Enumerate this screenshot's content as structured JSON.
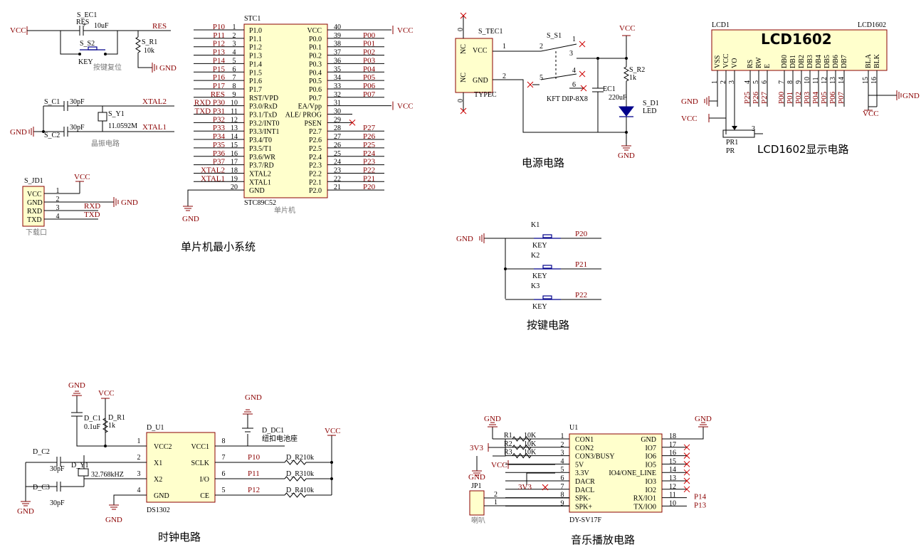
{
  "sections": {
    "mcu": "单片机最小系统",
    "power": "电源电路",
    "lcd": "LCD1602显示电路",
    "keys": "按键电路",
    "clock": "时钟电路",
    "music": "音乐播放电路"
  },
  "nets": {
    "vcc": "VCC",
    "gnd": "GND",
    "res": "RES",
    "xtal1": "XTAL1",
    "xtal2": "XTAL2",
    "rxd": "RXD",
    "txd": "TXD",
    "v33": "3V3"
  },
  "mcu": {
    "ref": "STC1",
    "part": "STC89C52",
    "caption": "单片机",
    "left_pins": [
      {
        "net": "P10",
        "num": "1",
        "name": "P1.0"
      },
      {
        "net": "P11",
        "num": "2",
        "name": "P1.1"
      },
      {
        "net": "P12",
        "num": "3",
        "name": "P1.2"
      },
      {
        "net": "P13",
        "num": "4",
        "name": "P1.3"
      },
      {
        "net": "P14",
        "num": "5",
        "name": "P1.4"
      },
      {
        "net": "P15",
        "num": "6",
        "name": "P1.5"
      },
      {
        "net": "P16",
        "num": "7",
        "name": "P1.6"
      },
      {
        "net": "P17",
        "num": "8",
        "name": "P1.7"
      },
      {
        "net": "RES",
        "num": "9",
        "name": "RST/VPD"
      },
      {
        "net": "RXD P30",
        "num": "10",
        "name": "P3.0/RxD"
      },
      {
        "net": "TXD P31",
        "num": "11",
        "name": "P3.1/TxD"
      },
      {
        "net": "P32",
        "num": "12",
        "name": "P3.2/INT0"
      },
      {
        "net": "P33",
        "num": "13",
        "name": "P3.3/INT1"
      },
      {
        "net": "P34",
        "num": "14",
        "name": "P3.4/T0"
      },
      {
        "net": "P35",
        "num": "15",
        "name": "P3.5/T1"
      },
      {
        "net": "P36",
        "num": "16",
        "name": "P3.6/WR"
      },
      {
        "net": "P37",
        "num": "17",
        "name": "P3.7/RD"
      },
      {
        "net": "XTAL2",
        "num": "18",
        "name": "XTAL2"
      },
      {
        "net": "XTAL1",
        "num": "19",
        "name": "XTAL1"
      },
      {
        "net": "",
        "num": "20",
        "name": "GND"
      }
    ],
    "right_pins": [
      {
        "net": "VCC",
        "num": "40",
        "name": "VCC"
      },
      {
        "net": "P00",
        "num": "39",
        "name": "P0.0"
      },
      {
        "net": "P01",
        "num": "38",
        "name": "P0.1"
      },
      {
        "net": "P02",
        "num": "37",
        "name": "P0.2"
      },
      {
        "net": "P03",
        "num": "36",
        "name": "P0.3"
      },
      {
        "net": "P04",
        "num": "35",
        "name": "P0.4"
      },
      {
        "net": "P05",
        "num": "34",
        "name": "P0.5"
      },
      {
        "net": "P06",
        "num": "33",
        "name": "P0.6"
      },
      {
        "net": "P07",
        "num": "32",
        "name": "P0.7"
      },
      {
        "net": "VCC",
        "num": "31",
        "name": "EA/Vpp"
      },
      {
        "net": "",
        "num": "30",
        "name": "ALE/ PROG"
      },
      {
        "net": "",
        "num": "29",
        "name": "PSEN"
      },
      {
        "net": "P27",
        "num": "28",
        "name": "P2.7"
      },
      {
        "net": "P26",
        "num": "27",
        "name": "P2.6"
      },
      {
        "net": "P25",
        "num": "26",
        "name": "P2.5"
      },
      {
        "net": "P24",
        "num": "25",
        "name": "P2.4"
      },
      {
        "net": "P23",
        "num": "24",
        "name": "P2.3"
      },
      {
        "net": "P22",
        "num": "23",
        "name": "P2.2"
      },
      {
        "net": "P21",
        "num": "22",
        "name": "P2.1"
      },
      {
        "net": "P20",
        "num": "21",
        "name": "P2.0"
      }
    ]
  },
  "reset": {
    "cap_ref": "S_EC1",
    "cap_val": "10uF",
    "sw_ref": "S_S2",
    "sw_val": "KEY",
    "res_ref": "S_R1",
    "res_val": "10k",
    "caption": "按键复位"
  },
  "osc": {
    "c1_ref": "S_C1",
    "c1_val": "30pF",
    "c2_ref": "S_C2",
    "c2_val": "30pF",
    "y_ref": "S_Y1",
    "y_val": "11.0592M",
    "caption": "晶振电路"
  },
  "prog": {
    "ref": "S_JD1",
    "caption": "下载口",
    "pins": [
      {
        "num": "1",
        "name": "VCC"
      },
      {
        "num": "2",
        "name": "GND"
      },
      {
        "num": "3",
        "name": "RXD"
      },
      {
        "num": "4",
        "name": "TXD"
      }
    ]
  },
  "power": {
    "usb_ref": "S_TEC1",
    "usb_type": "TYPEC",
    "usb_pins": [
      "NC",
      "VCC",
      "GND",
      "NC"
    ],
    "usb_nums": [
      "0",
      "1",
      "2",
      "0"
    ],
    "sw_ref": "S_S1",
    "sw_part": "KFT DIP-8X8",
    "sw_pins": [
      "1",
      "2",
      "3",
      "4",
      "5",
      "6"
    ],
    "r_ref": "S_R2",
    "r_val": "1k",
    "c_ref": "EC1",
    "c_val": "220uF",
    "led_ref": "S_D1",
    "led_val": "LED"
  },
  "lcd": {
    "ref": "LCD1",
    "part": "LCD1602",
    "title": "LCD1602",
    "pins": [
      {
        "name": "VSS",
        "num": "1",
        "net": ""
      },
      {
        "name": "VCC",
        "num": "2",
        "net": ""
      },
      {
        "name": "VO",
        "num": "3",
        "net": ""
      },
      {
        "name": "RS",
        "num": "4",
        "net": "P25"
      },
      {
        "name": "RW",
        "num": "5",
        "net": "P26"
      },
      {
        "name": "E",
        "num": "6",
        "net": "P27"
      },
      {
        "name": "DB0",
        "num": "7",
        "net": "P00"
      },
      {
        "name": "DB1",
        "num": "8",
        "net": "P01"
      },
      {
        "name": "DB2",
        "num": "9",
        "net": "P02"
      },
      {
        "name": "DB3",
        "num": "10",
        "net": "P03"
      },
      {
        "name": "DB4",
        "num": "11",
        "net": "P04"
      },
      {
        "name": "DB5",
        "num": "12",
        "net": "P05"
      },
      {
        "name": "DB6",
        "num": "13",
        "net": "P06"
      },
      {
        "name": "DB7",
        "num": "14",
        "net": "P07"
      },
      {
        "name": "BLA",
        "num": "15",
        "net": ""
      },
      {
        "name": "BLK",
        "num": "16",
        "net": ""
      }
    ],
    "pot_ref": "PR1",
    "pot_val": "PR",
    "pot_pin": "3"
  },
  "keys": {
    "items": [
      {
        "ref": "K1",
        "val": "KEY",
        "net": "P20"
      },
      {
        "ref": "K2",
        "val": "KEY",
        "net": "P21"
      },
      {
        "ref": "K3",
        "val": "KEY",
        "net": "P22"
      }
    ]
  },
  "clock": {
    "ic_ref": "D_U1",
    "ic_part": "DS1302",
    "c1_ref": "D_C1",
    "c1_val": "0.1uF",
    "r1_ref": "D_R1",
    "r1_val": "1k",
    "c2_ref": "D_C2",
    "c2_val": "30pF",
    "c3_ref": "D_C3",
    "c3_val": "30pF",
    "y_ref": "D_Y1",
    "y_val": "32.768kHZ",
    "bat_ref": "D_DC1",
    "bat_val": "纽扣电池座",
    "left_pins": [
      {
        "num": "1",
        "name": "VCC2"
      },
      {
        "num": "2",
        "name": "X1"
      },
      {
        "num": "3",
        "name": "X2"
      },
      {
        "num": "4",
        "name": "GND"
      }
    ],
    "right_pins": [
      {
        "num": "8",
        "name": "VCC1",
        "net": ""
      },
      {
        "num": "7",
        "name": "SCLK",
        "net": "P10"
      },
      {
        "num": "6",
        "name": "I/O",
        "net": "P11"
      },
      {
        "num": "5",
        "name": "CE",
        "net": "P12"
      }
    ],
    "resistors": [
      {
        "ref": "D_R2",
        "val": "10k"
      },
      {
        "ref": "D_R3",
        "val": "10k"
      },
      {
        "ref": "D_R4",
        "val": "10k"
      }
    ]
  },
  "music": {
    "ic_ref": "U1",
    "ic_part": "DY-SV17F",
    "spk_ref": "JP1",
    "spk_caption": "喇叭",
    "left_pins": [
      {
        "num": "1",
        "name": "CON1"
      },
      {
        "num": "2",
        "name": "CON2"
      },
      {
        "num": "3",
        "name": "CON3/BUSY"
      },
      {
        "num": "4",
        "name": "5V"
      },
      {
        "num": "5",
        "name": "3.3V"
      },
      {
        "num": "6",
        "name": "DACR"
      },
      {
        "num": "7",
        "name": "DACL"
      },
      {
        "num": "8",
        "name": "SPK-"
      },
      {
        "num": "9",
        "name": "SPK+"
      }
    ],
    "right_pins": [
      {
        "num": "18",
        "name": "GND",
        "net": ""
      },
      {
        "num": "17",
        "name": "IO7",
        "net": ""
      },
      {
        "num": "16",
        "name": "IO6",
        "net": ""
      },
      {
        "num": "15",
        "name": "IO5",
        "net": ""
      },
      {
        "num": "14",
        "name": "IO4/ONE_LINE",
        "net": ""
      },
      {
        "num": "13",
        "name": "IO3",
        "net": ""
      },
      {
        "num": "12",
        "name": "IO2",
        "net": ""
      },
      {
        "num": "11",
        "name": "RX/IO1",
        "net": "P14"
      },
      {
        "num": "10",
        "name": "TX/IO0",
        "net": "P13"
      }
    ],
    "resistors": [
      {
        "ref": "R1",
        "val": "10K"
      },
      {
        "ref": "R2",
        "val": "10K"
      },
      {
        "ref": "R3",
        "val": "10K"
      }
    ],
    "spk_pins": [
      "2",
      "1"
    ]
  }
}
